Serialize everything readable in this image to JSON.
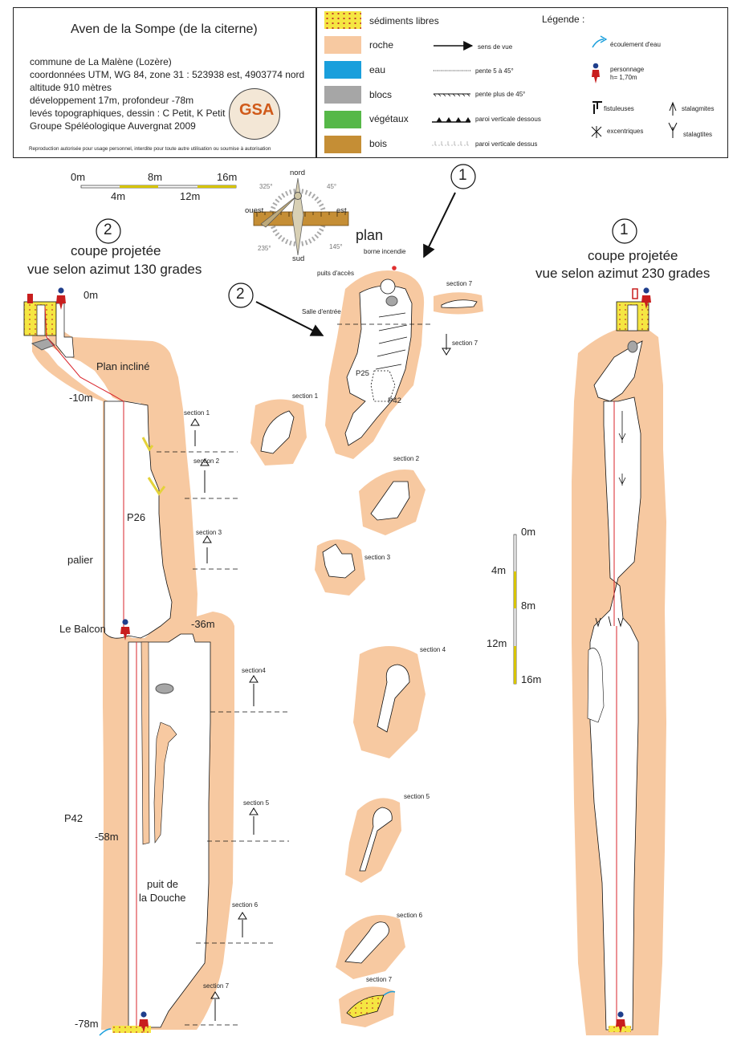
{
  "title_block": {
    "title": "Aven de la Sompe (de la citerne)",
    "lines": [
      "commune de La Malène (Lozère)",
      "coordonnées UTM, WG 84, zone 31 : 523938 est, 4903774 nord",
      "altitude 910 mètres",
      "développement 17m, profondeur -78m",
      "levés topographiques, dessin : C Petit, K Petit",
      "Groupe Spéléologique Auvergnat 2009"
    ],
    "logo_text": "GSA",
    "reproduction": "Reproduction autorisée pour usage personnel, interdite pour toute autre utilisation ou soumise à autorisation"
  },
  "legend": {
    "title": "Légende :",
    "materials": [
      {
        "label": "sédiments libres",
        "color": "#f5e642"
      },
      {
        "label": "roche",
        "color": "#f7c9a1"
      },
      {
        "label": "eau",
        "color": "#1a9fdc"
      },
      {
        "label": "blocs",
        "color": "#a6a6a6"
      },
      {
        "label": "végétaux",
        "color": "#56b848"
      },
      {
        "label": "bois",
        "color": "#c58e35"
      }
    ],
    "symbols": [
      "sens de vue",
      "pente 5 à 45°",
      "pente plus de 45°",
      "paroi verticale dessous",
      "paroi verticale dessus"
    ],
    "extra": {
      "water_flow": "écoulement d'eau",
      "person": "personnage",
      "person_height": "h= 1,70m",
      "fistuleuses": "fistuleuses",
      "stalagmites": "stalagmites",
      "excentriques": "excentriques",
      "stalagtites": "stalagtites"
    }
  },
  "scale_bar": {
    "top_labels": [
      "0m",
      "8m",
      "16m"
    ],
    "bottom_labels": [
      "4m",
      "12m"
    ],
    "vertical_labels": [
      "0m",
      "4m",
      "8m",
      "12m",
      "16m"
    ]
  },
  "compass": {
    "north": "nord",
    "south": "sud",
    "east": "est",
    "west": "ouest",
    "deg_325": "325°",
    "deg_45": "45°",
    "deg_235": "235°",
    "deg_145": "145°"
  },
  "view_numbers": {
    "one": "1",
    "two": "2"
  },
  "section_left": {
    "heading1": "coupe projetée",
    "heading2": "vue selon azimut 130 grades",
    "depths": [
      "0m",
      "-10m",
      "-36m",
      "-58m",
      "-78m"
    ],
    "features": [
      "Plan incliné",
      "P26",
      "palier",
      "Le Balcon",
      "P42",
      "puit de",
      "la Douche"
    ],
    "sections": [
      "section 1",
      "section 2",
      "section 3",
      "section4",
      "section 5",
      "section 6",
      "section 7"
    ]
  },
  "plan": {
    "title": "plan",
    "labels": [
      "borne incendie",
      "puits d'accès",
      "Salle d'entrée",
      "P25",
      "P42",
      "section 7"
    ],
    "sections": [
      "section 1",
      "section 2",
      "section 3",
      "section 4",
      "section 5",
      "section 6",
      "section 7"
    ]
  },
  "section_right": {
    "heading1": "coupe projetée",
    "heading2": "vue selon azimut 230 grades"
  },
  "colors": {
    "rock": "#f7c9a1",
    "sediment": "#f5e642",
    "water": "#1a9fdc",
    "block": "#a6a6a6",
    "person": "#c81e1e",
    "rope": "#d9242b",
    "scale_yellow": "#d7c400"
  }
}
